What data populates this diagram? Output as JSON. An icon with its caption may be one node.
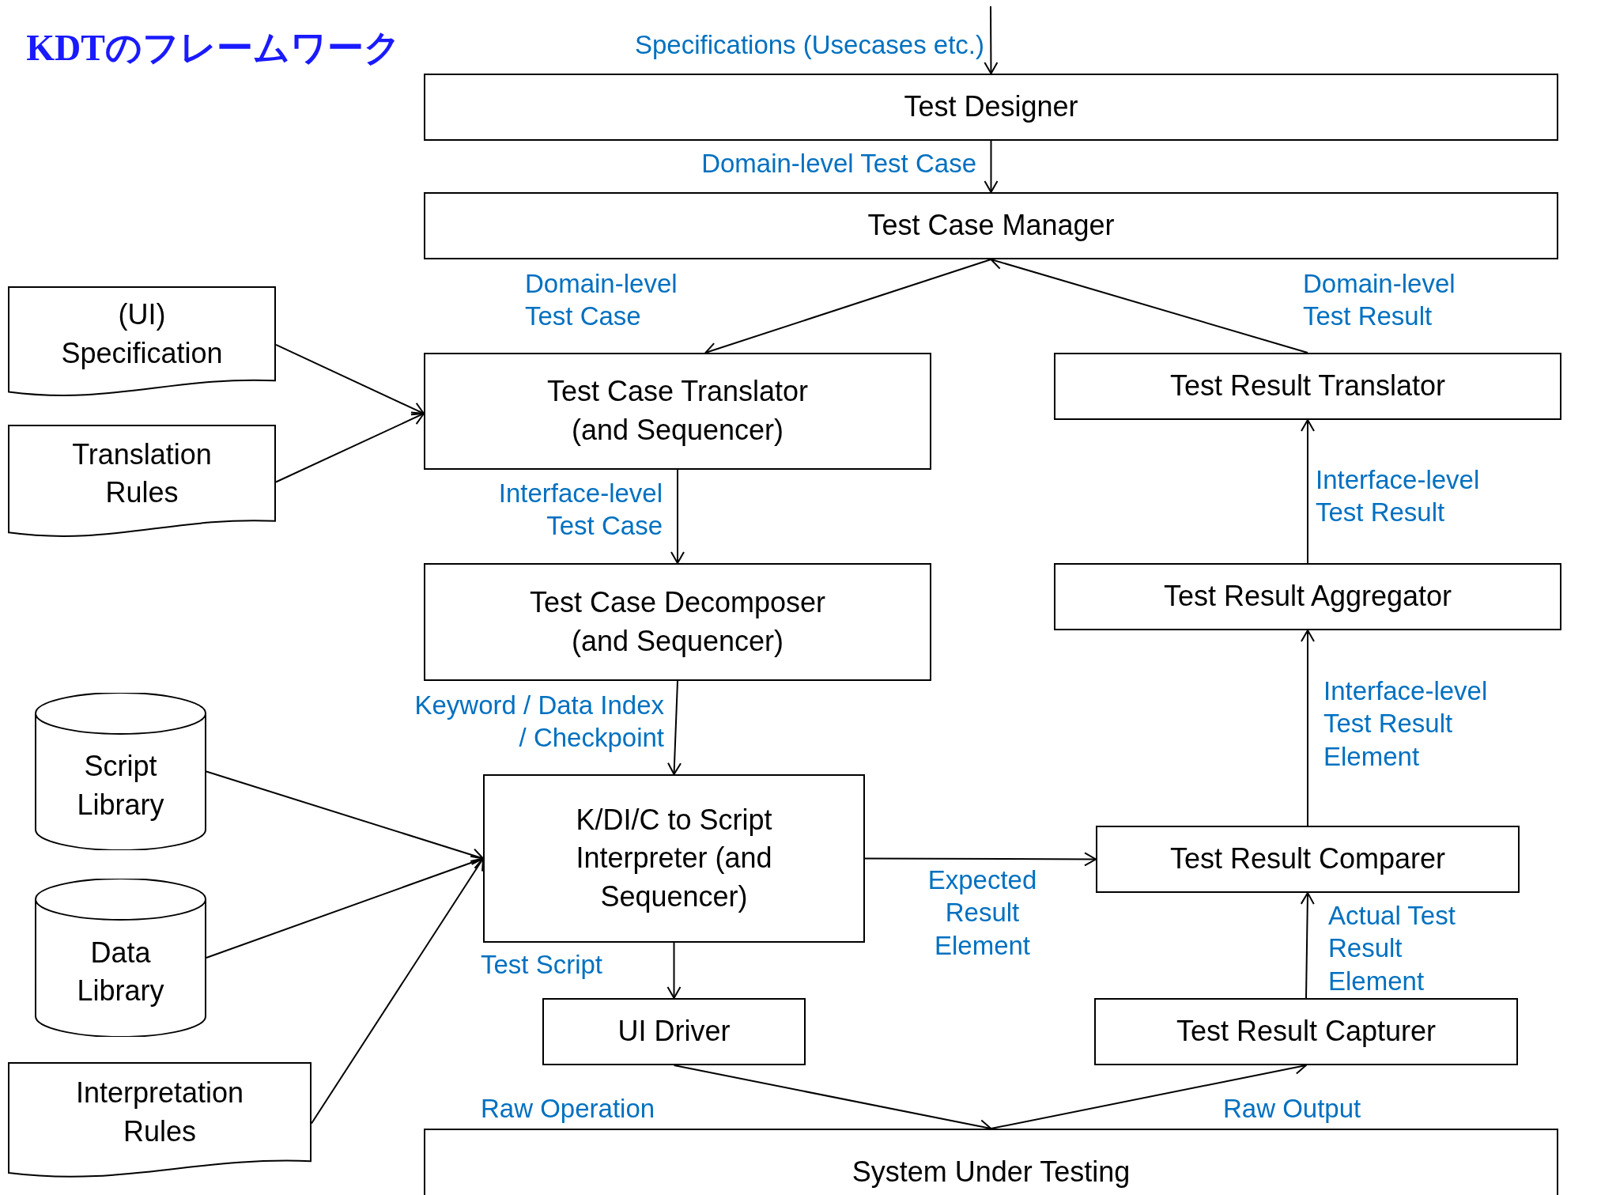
{
  "diagram": {
    "title": "KDTのフレームワーク",
    "nodes": [
      {
        "text": [
          "Test Designer"
        ]
      },
      {
        "text": [
          "Test Case Manager"
        ]
      },
      {
        "text": [
          "(UI) Specification"
        ]
      },
      {
        "text": [
          "Translation Rules"
        ]
      },
      {
        "text": [
          "Test Case Translator (and Sequencer)"
        ]
      },
      {
        "text": [
          "Test Result Translator"
        ]
      },
      {
        "text": [
          "Test Case Decomposer (and Sequencer)"
        ]
      },
      {
        "text": [
          "Test Result Aggregator"
        ]
      },
      {
        "text": [
          "Script Library"
        ]
      },
      {
        "text": [
          "Data Library"
        ]
      },
      {
        "text": [
          "Interpretation Rules"
        ]
      },
      {
        "text": [
          "K/DI/C to Script Interpreter (and Sequencer)"
        ]
      },
      {
        "text": [
          "Test Result Comparer"
        ]
      },
      {
        "text": [
          "UI Driver"
        ]
      },
      {
        "text": [
          "Test Result Capturer"
        ]
      },
      {
        "text": [
          "System Under Testing"
        ]
      }
    ],
    "edges": [
      {
        "from": null,
        "to": 0,
        "arrow": "to",
        "label": "Specifications (Usecases etc.)"
      },
      {
        "from": 0,
        "to": 1,
        "arrow": "to",
        "label": "Domain-level Test Case"
      },
      {
        "from": 1,
        "to": 4,
        "arrow": "to",
        "label": "Domain-level Test Case"
      },
      {
        "from": 5,
        "to": 1,
        "arrow": "to",
        "label": "Domain-level Test Result"
      },
      {
        "from": 2,
        "to": 4,
        "arrow": "to"
      },
      {
        "from": 3,
        "to": 4,
        "arrow": "to"
      },
      {
        "from": 4,
        "to": 6,
        "arrow": "to",
        "label": "Interface-level Test Case"
      },
      {
        "from": 6,
        "to": 11,
        "arrow": "to",
        "label": "Keyword / Data Index / Checkpoint"
      },
      {
        "from": 8,
        "to": 11,
        "arrow": "to"
      },
      {
        "from": 9,
        "to": 11,
        "arrow": "to"
      },
      {
        "from": 10,
        "to": 11,
        "arrow": "to"
      },
      {
        "from": 11,
        "to": 12,
        "arrow": "to",
        "label": "Expected Result Element"
      },
      {
        "from": 11,
        "to": 13,
        "arrow": "to",
        "label": "Test Script"
      },
      {
        "from": 13,
        "to": 15,
        "arrow": "to",
        "label": "Raw Operation"
      },
      {
        "from": 15,
        "to": 14,
        "arrow": "to",
        "label": "Raw Output"
      },
      {
        "from": 14,
        "to": 12,
        "arrow": "to",
        "label": "Actual Test Result Element"
      },
      {
        "from": 12,
        "to": 7,
        "arrow": "to",
        "label": "Interface-level Test Result Element"
      },
      {
        "from": 7,
        "to": 5,
        "arrow": "to",
        "label": "Interface-level Test Result"
      }
    ]
  }
}
